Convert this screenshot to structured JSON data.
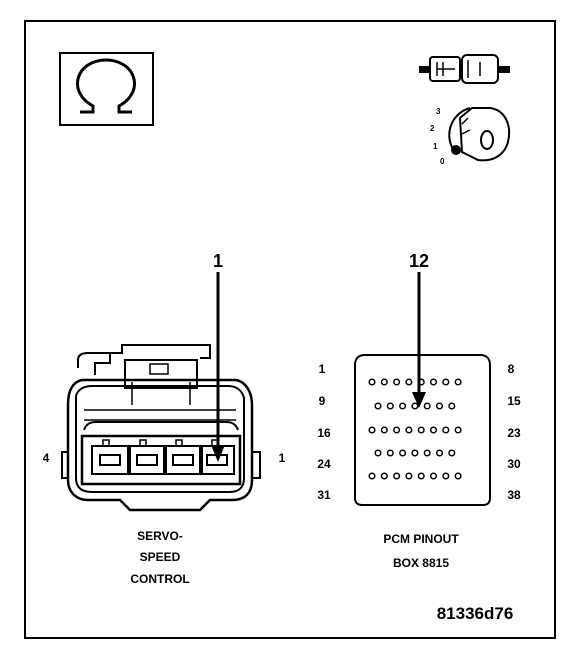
{
  "connector_labels": {
    "servo": [
      "SERVO-",
      "SPEED",
      "CONTROL"
    ],
    "pcm": [
      "PCM PINOUT",
      "BOX 8815"
    ]
  },
  "callouts": {
    "servo_pin": "1",
    "pcm_pin": "12"
  },
  "servo_side_numbers": {
    "left": "4",
    "right": "1"
  },
  "pcm_row_numbers": {
    "left": [
      "1",
      "9",
      "16",
      "24",
      "31"
    ],
    "right": [
      "8",
      "15",
      "23",
      "30",
      "38"
    ]
  },
  "pcm_rows_pin_counts": [
    8,
    7,
    8,
    7,
    8
  ],
  "ignition_positions": [
    "3",
    "2",
    "1",
    "0"
  ],
  "figure_id": "81336d76",
  "icons": {
    "meter": "ohm-symbol-icon",
    "disconnect": "connector-disconnect-icon",
    "ignition": "ignition-key-icon"
  }
}
